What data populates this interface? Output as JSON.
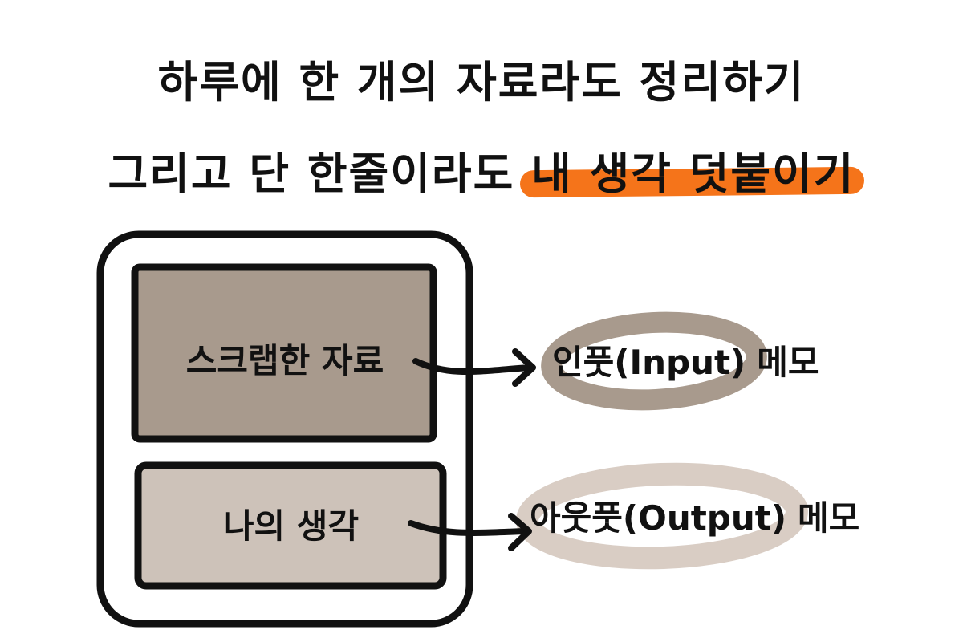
{
  "headline": {
    "line1": "하루에 한 개의 자료라도 정리하기",
    "line2_prefix": "그리고 단 한줄이라도",
    "line2_highlight": "내 생각 덧붙이기"
  },
  "boxes": {
    "top_label": "스크랩한 자료",
    "bottom_label": "나의 생각"
  },
  "memos": {
    "input_main": "인풋(Input)",
    "input_suffix": "메모",
    "output_main": "아웃풋(Output)",
    "output_suffix": "메모"
  },
  "colors": {
    "highlight": "#f5741a",
    "box_top_fill": "#a89a8d",
    "box_bottom_fill": "#cdc2b9",
    "input_ellipse": "#a89a8d",
    "output_ellipse": "#d9cdc4",
    "stroke": "#111111"
  }
}
